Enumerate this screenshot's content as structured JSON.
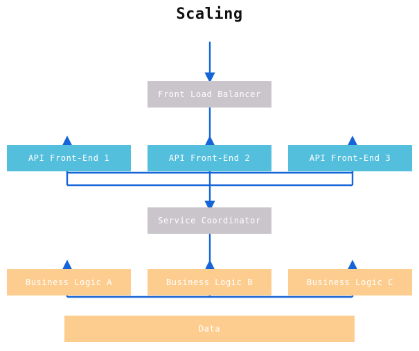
{
  "title": "Scaling",
  "colors": {
    "background": "#ffffff",
    "title_text": "#111111",
    "gray_node": "#c9c5cb",
    "cyan_node": "#53bfdd",
    "orange_node": "#fdcd90",
    "node_text": "#ffffff",
    "edge": "#1565d8"
  },
  "nodes": {
    "front_load_balancer": {
      "label": "Front Load Balancer"
    },
    "api_front_end_1": {
      "label": "API Front-End 1"
    },
    "api_front_end_2": {
      "label": "API Front-End 2"
    },
    "api_front_end_3": {
      "label": "API Front-End 3"
    },
    "service_coordinator": {
      "label": "Service Coordinator"
    },
    "business_logic_a": {
      "label": "Business Logic A"
    },
    "business_logic_b": {
      "label": "Business Logic B"
    },
    "business_logic_c": {
      "label": "Business Logic C"
    },
    "data": {
      "label": "Data"
    }
  }
}
